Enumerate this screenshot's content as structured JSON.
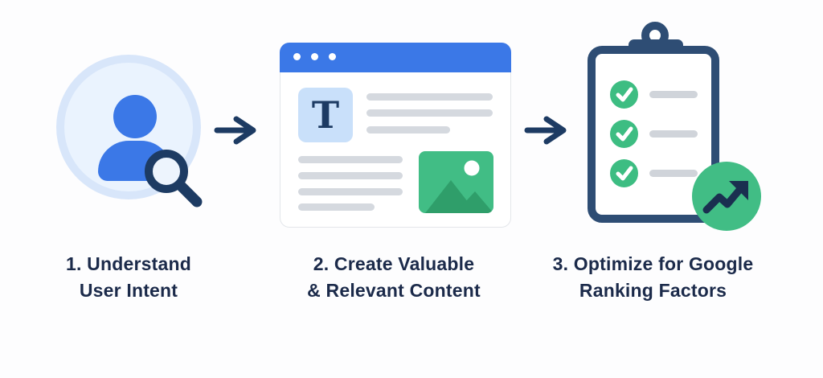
{
  "diagram_title": "",
  "steps": [
    {
      "name": "understand-user-intent",
      "icon": "user-search-icon",
      "lines": [
        "1. Understand",
        "User Intent"
      ]
    },
    {
      "name": "create-valuable-content",
      "icon": "browser-content-icon",
      "lines": [
        "2. Create Valuable",
        "& Relevant Content"
      ]
    },
    {
      "name": "optimize-ranking-factors",
      "icon": "clipboard-checklist-icon",
      "lines": [
        "3. Optimize for Google",
        "Ranking Factors"
      ]
    }
  ],
  "browser": {
    "text_tile_glyph": "T",
    "traffic_dots": 3,
    "text_lines_right": 3,
    "text_lines_bottom": 4
  },
  "clipboard": {
    "checked_items": 3
  },
  "colors": {
    "background": "#fdfdfe",
    "brand_blue": "#3b78e7",
    "light_blue_tile": "#c9e0fa",
    "avatar_ring": "#d8e6fa",
    "avatar_fill": "#eaf3fe",
    "navy": "#1d3b63",
    "clipboard_navy": "#2e4d74",
    "text_navy": "#1b2a4a",
    "green": "#41bd85",
    "green_dark": "#2f9e6a",
    "check_green": "#3dbd82",
    "gray_line": "#d5d9df"
  }
}
